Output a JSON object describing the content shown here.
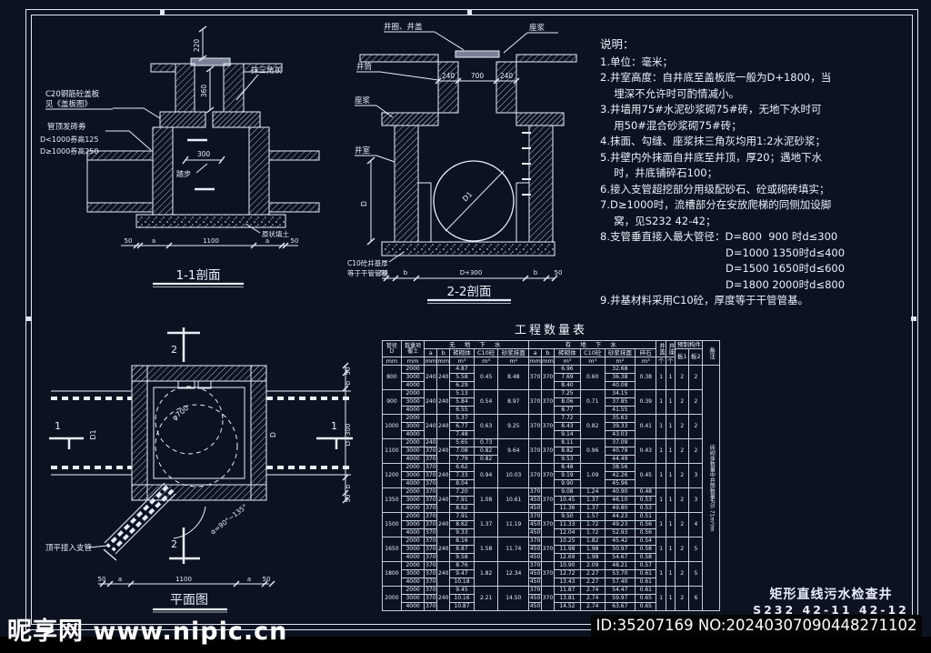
{
  "colors": {
    "background": "#0d1220",
    "line": "#e8edf8",
    "bottom_bar": "#000000",
    "slab_fill": "#7a8396"
  },
  "watermark": {
    "site_name": "昵享网",
    "site_url": "www.nipic.cn"
  },
  "footer": {
    "id_text": "ID:35207169 NO:20240307090448271102"
  },
  "title_block": {
    "title": "矩形直线污水检查井",
    "code": "S232  42-11 42-12"
  },
  "notes": {
    "heading": "说明：",
    "lines": [
      "1.单位：毫米；",
      "2.井室高度：自井底至盖板底一般为D+1800，当",
      "　 埋深不允许时可酌情减小。",
      "3.井墙用75#水泥砂浆砌75#砖，无地下水时可",
      "　 用50#混合砂浆砌75#砖；",
      "4.抹面、勾缝、座浆抹三角灰均用1:2水泥砂浆；",
      "5.井壁内外抹面自井底至井顶，厚20；遇地下水",
      "　 时，井底铺碎石100；",
      "6.接入支管超挖部分用级配砂石、砼或砌砖填实；",
      "7.D≥1000时，流槽部分在安放爬梯的同侧加设脚",
      "　 窝，见S232 42-42；",
      "8.支管垂直接入最大管径：D=800  900 时d≤300",
      "　　　　　　　　　　　　D=1000 1350时d≤400",
      "　　　　　　　　　　　　D=1500 1650时d≤600",
      "　　　　　　　　　　　　D=1800 2000时d≤800",
      "9.井基材料采用C10砼，厚度等于干管管基。"
    ]
  },
  "drawings": {
    "section11": {
      "title": "1-1剖面",
      "dim_neck_height": "220",
      "dim_cone_height": "360",
      "dim_width": "300",
      "label_cover_slab_1": "C20钢筋砼盖板",
      "label_cover_slab_2": "见《盖板图》",
      "label_arch_1": "管顶发砖券",
      "label_arch_2": "D<1000券高125",
      "label_arch_3": "D≥1000券高250",
      "label_plaster": "抹三角灰",
      "label_steps": "踏步",
      "label_soil": "原状填土",
      "dims_bottom": [
        "50",
        "a",
        "1100",
        "a",
        "50"
      ]
    },
    "section22": {
      "title": "2-2剖面",
      "label_ring_cover": "井圈、井盖",
      "label_mortar_top": "座浆",
      "label_shaft": "井筒",
      "label_mortar_left": "座浆",
      "label_chamber": "井室",
      "dim_left_wall": "240",
      "dim_opening": "700",
      "dim_right_wall": "240",
      "dim_depth": "D",
      "dim_pipe": "D1",
      "label_base_1": "C10砼井基厚",
      "label_base_2": "等于干管管基",
      "dims_bottom": [
        "50",
        "b",
        "D+300",
        "b",
        "50"
      ]
    },
    "plan": {
      "title": "平面图",
      "dim_circle": "φ700",
      "dim_left_pipe": "D1",
      "dim_right_pipe": "D",
      "angle_note": "α=90°~135°",
      "label_branch": "顶平接入支管",
      "mark_1": "1",
      "mark_2": "2",
      "dims_bottom": [
        "50",
        "a",
        "1100",
        "a",
        "50"
      ],
      "dims_right": [
        "50",
        "b",
        "D+300",
        "b",
        "50"
      ]
    }
  },
  "table": {
    "title": "工程数量表",
    "header": {
      "col_d_1": "管径",
      "col_d_2": "D",
      "col_item_1": "数量项",
      "col_item_2": "覆土",
      "grp_dry": "无 地 下 水",
      "grp_wet": "有 地 下 水",
      "col_a": "a",
      "col_b": "b",
      "col_brick": "砖砌体",
      "col_c10": "C10砼",
      "col_plaster": "砂浆抹面",
      "col_gravel": "碎石",
      "col_well_cover": "井盖",
      "col_well_seat": "井座",
      "grp_precast": "预制构件",
      "col_slab1": "板1",
      "col_slab2": "板2",
      "col_remark": "备注"
    },
    "units": {
      "mm": "mm",
      "m3": "m³",
      "m2": "m²",
      "pcs": "个"
    },
    "remark": "砖砌体数量中井筒数量为0.71m³/m",
    "groups": [
      {
        "d": "800",
        "cover": [
          "2000",
          "3000",
          "4000"
        ],
        "dry": {
          "a": [
            "240"
          ],
          "b": [
            "240"
          ],
          "brick": [
            "4.87",
            "5.58",
            "6.29"
          ],
          "c10": [
            "0.45"
          ],
          "plaster": [
            "8.48"
          ]
        },
        "wet": {
          "a": [
            "370"
          ],
          "b": [
            "370"
          ],
          "brick": [
            "6.96",
            "7.69",
            "8.40"
          ],
          "c10": [
            "0.60"
          ],
          "plaster": [
            "32.68",
            "36.38",
            "40.08"
          ],
          "gravel": [
            "0.38"
          ]
        },
        "well_cover": "1",
        "well_seat": "1",
        "slab1": "2",
        "slab2": "2"
      },
      {
        "d": "900",
        "cover": [
          "2000",
          "3000",
          "4000"
        ],
        "dry": {
          "a": [
            "240"
          ],
          "b": [
            "240"
          ],
          "brick": [
            "5.13",
            "5.84",
            "6.55"
          ],
          "c10": [
            "0.54"
          ],
          "plaster": [
            "8.97"
          ]
        },
        "wet": {
          "a": [
            "370"
          ],
          "b": [
            "370"
          ],
          "brick": [
            "7.25",
            "8.06",
            "8.77"
          ],
          "c10": [
            "0.71"
          ],
          "plaster": [
            "34.15",
            "37.85",
            "41.55"
          ],
          "gravel": [
            "0.39"
          ]
        },
        "well_cover": "1",
        "well_seat": "1",
        "slab1": "2",
        "slab2": "2"
      },
      {
        "d": "1000",
        "cover": [
          "2000",
          "3000",
          "4000"
        ],
        "dry": {
          "a": [
            "240"
          ],
          "b": [
            "240"
          ],
          "brick": [
            "5.37",
            "6.77",
            "7.48"
          ],
          "c10": [
            "0.63"
          ],
          "plaster": [
            "9.25"
          ]
        },
        "wet": {
          "a": [
            "370"
          ],
          "b": [
            "370"
          ],
          "brick": [
            "7.72",
            "8.43",
            "9.14"
          ],
          "c10": [
            "0.82"
          ],
          "plaster": [
            "35.63",
            "39.33",
            "43.03"
          ],
          "gravel": [
            "0.41"
          ]
        },
        "well_cover": "1",
        "well_seat": "1",
        "slab1": "2",
        "slab2": "2"
      },
      {
        "d": "1100",
        "cover": [
          "2000",
          "3000",
          "4000"
        ],
        "dry": {
          "a": [
            "240",
            "370",
            "370"
          ],
          "b": [
            "240"
          ],
          "brick": [
            "5.65",
            "7.08",
            "7.79"
          ],
          "c10": [
            "0.73",
            "0.82",
            "0.82"
          ],
          "plaster": [
            "9.64"
          ]
        },
        "wet": {
          "a": [
            "370"
          ],
          "b": [
            "370"
          ],
          "brick": [
            "8.11",
            "8.82",
            "9.53"
          ],
          "c10": [
            "0.96"
          ],
          "plaster": [
            "37.09",
            "40.79",
            "44.49"
          ],
          "gravel": [
            "0.43"
          ]
        },
        "well_cover": "1",
        "well_seat": "1",
        "slab1": "2",
        "slab2": "2"
      },
      {
        "d": "1200",
        "cover": [
          "2000",
          "3000",
          "4000"
        ],
        "dry": {
          "a": [
            "370",
            "370",
            "370"
          ],
          "b": [
            "240"
          ],
          "brick": [
            "6.62",
            "7.33",
            "8.04"
          ],
          "c10": [
            "0.94"
          ],
          "plaster": [
            "10.03"
          ]
        },
        "wet": {
          "a": [
            "370"
          ],
          "b": [
            "370"
          ],
          "brick": [
            "8.48",
            "9.19",
            "9.90"
          ],
          "c10": [
            "1.09"
          ],
          "plaster": [
            "38.56",
            "42.26",
            "45.96"
          ],
          "gravel": [
            "0.45"
          ]
        },
        "well_cover": "1",
        "well_seat": "1",
        "slab1": "2",
        "slab2": "3"
      },
      {
        "d": "1350",
        "cover": [
          "2000",
          "3000",
          "4000"
        ],
        "dry": {
          "a": [
            "370",
            "370",
            "370"
          ],
          "b": [
            "240"
          ],
          "brick": [
            "7.20",
            "7.91",
            "8.62"
          ],
          "c10": [
            "1.08"
          ],
          "plaster": [
            "10.61"
          ]
        },
        "wet": {
          "a": [
            "370",
            "450",
            "450"
          ],
          "b": [
            "370"
          ],
          "brick": [
            "9.08",
            "10.45",
            "11.36"
          ],
          "c10": [
            "1.24",
            "1.37",
            "1.37"
          ],
          "plaster": [
            "40.90",
            "46.10",
            "49.80"
          ],
          "gravel": [
            "0.48",
            "0.53",
            "0.53"
          ]
        },
        "well_cover": "1",
        "well_seat": "1",
        "slab1": "2",
        "slab2": "3"
      },
      {
        "d": "1500",
        "cover": [
          "2000",
          "3000",
          "4000"
        ],
        "dry": {
          "a": [
            "370",
            "370",
            "370"
          ],
          "b": [
            "240"
          ],
          "brick": [
            "7.91",
            "8.62",
            "9.33"
          ],
          "c10": [
            "1.37"
          ],
          "plaster": [
            "11.19"
          ]
        },
        "wet": {
          "a": [
            "370",
            "450",
            "450"
          ],
          "b": [
            "370"
          ],
          "brick": [
            "9.50",
            "11.33",
            "12.04"
          ],
          "c10": [
            "1.57",
            "1.72",
            "1.72"
          ],
          "plaster": [
            "44.23",
            "49.23",
            "52.93"
          ],
          "gravel": [
            "0.51",
            "0.56",
            "0.56"
          ]
        },
        "well_cover": "1",
        "well_seat": "1",
        "slab1": "2",
        "slab2": "4"
      },
      {
        "d": "1650",
        "cover": [
          "2000",
          "3000",
          "4000"
        ],
        "dry": {
          "a": [
            "370",
            "370",
            "370"
          ],
          "b": [
            "240"
          ],
          "brick": [
            "8.16",
            "8.87",
            "9.58"
          ],
          "c10": [
            "1.58"
          ],
          "plaster": [
            "11.74"
          ]
        },
        "wet": {
          "a": [
            "370",
            "450",
            "450"
          ],
          "b": [
            "370"
          ],
          "brick": [
            "10.25",
            "11.98",
            "12.69"
          ],
          "c10": [
            "1.82",
            "1.98",
            "1.98"
          ],
          "plaster": [
            "45.42",
            "50.97",
            "54.67"
          ],
          "gravel": [
            "0.54",
            "0.58",
            "0.58"
          ]
        },
        "well_cover": "1",
        "well_seat": "1",
        "slab1": "2",
        "slab2": "5"
      },
      {
        "d": "1800",
        "cover": [
          "2000",
          "3000",
          "4000"
        ],
        "dry": {
          "a": [
            "370",
            "370",
            "370"
          ],
          "b": [
            "240"
          ],
          "brick": [
            "8.76",
            "9.47",
            "10.18"
          ],
          "c10": [
            "1.82"
          ],
          "plaster": [
            "12.34"
          ]
        },
        "wet": {
          "a": [
            "370",
            "450",
            "450"
          ],
          "b": [
            "370"
          ],
          "brick": [
            "10.90",
            "12.72",
            "13.43"
          ],
          "c10": [
            "2.09",
            "2.27",
            "2.27"
          ],
          "plaster": [
            "48.21",
            "53.70",
            "57.40"
          ],
          "gravel": [
            "0.57",
            "0.61",
            "0.61"
          ]
        },
        "well_cover": "1",
        "well_seat": "1",
        "slab1": "2",
        "slab2": "5"
      },
      {
        "d": "2000",
        "cover": [
          "2000",
          "3000",
          "4000"
        ],
        "dry": {
          "a": [
            "370",
            "370",
            "370"
          ],
          "b": [
            "240"
          ],
          "brick": [
            "9.45",
            "10.16",
            "10.87"
          ],
          "c10": [
            "2.21"
          ],
          "plaster": [
            "14.50"
          ]
        },
        "wet": {
          "a": [
            "370",
            "450",
            "450"
          ],
          "b": [
            "370"
          ],
          "brick": [
            "11.87",
            "13.81",
            "14.52"
          ],
          "c10": [
            "2.74",
            "2.74",
            "2.74"
          ],
          "plaster": [
            "54.47",
            "59.97",
            "63.67"
          ],
          "gravel": [
            "0.61",
            "0.65",
            "0.65"
          ]
        },
        "well_cover": "1",
        "well_seat": "1",
        "slab1": "2",
        "slab2": "6"
      }
    ]
  }
}
